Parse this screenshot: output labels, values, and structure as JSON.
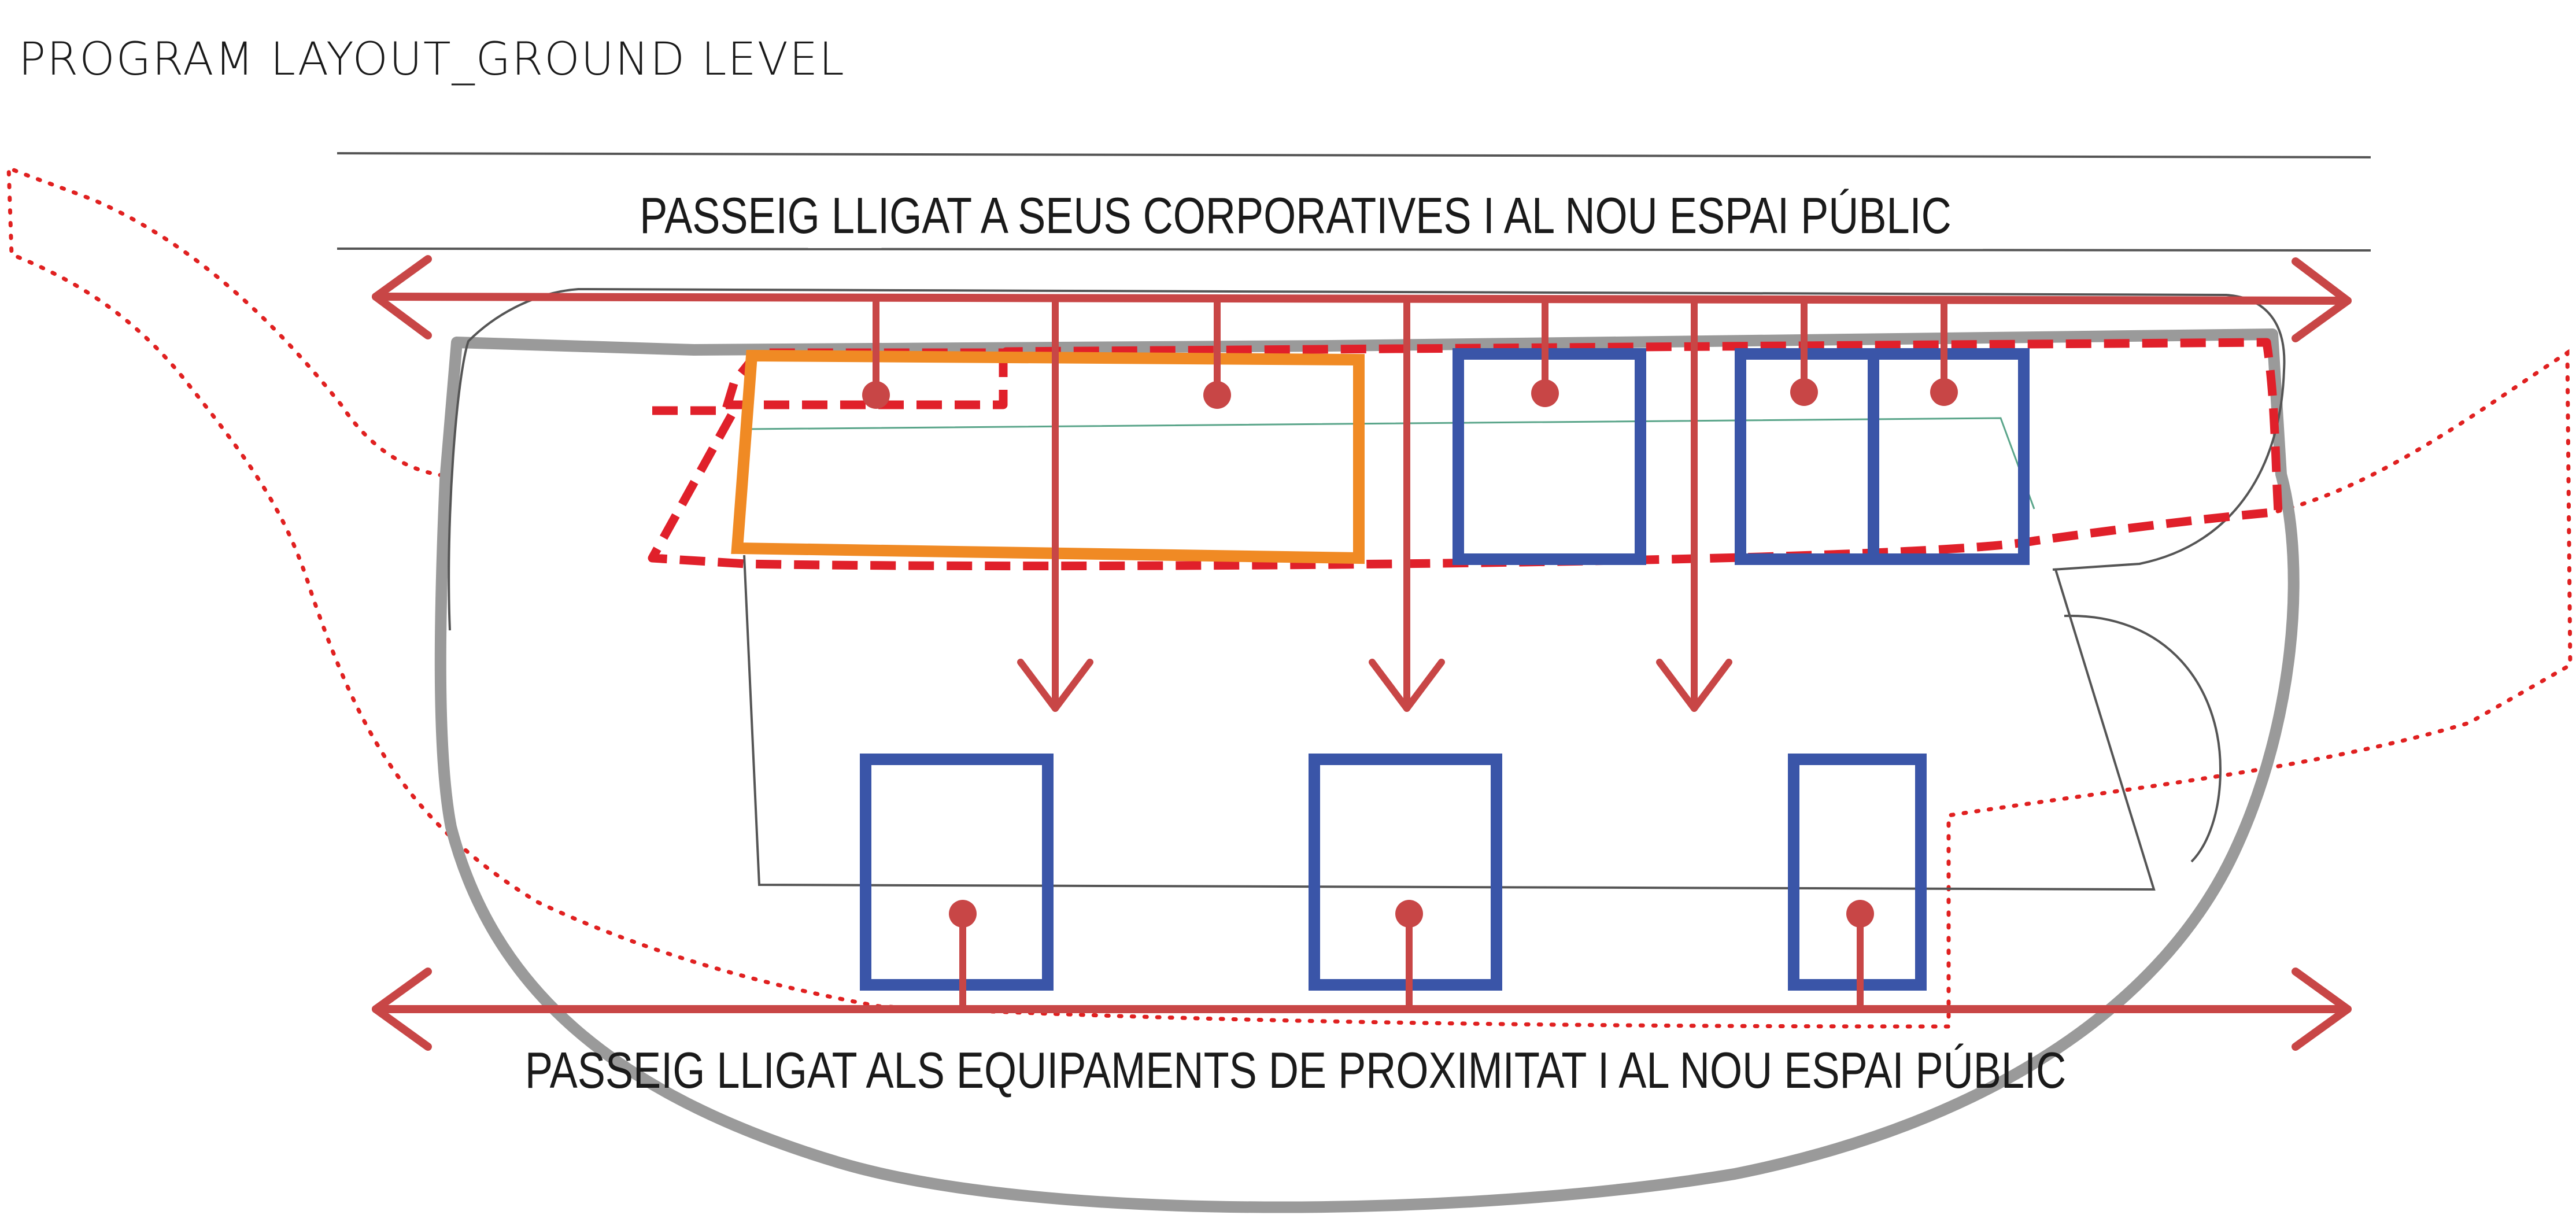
{
  "title": "PROGRAM LAYOUT_GROUND LEVEL",
  "labels": {
    "top_promenade": "PASSEIG LLIGAT A SEUS CORPORATIVES I AL NOU ESPAI PÚBLIC",
    "bottom_promenade": "PASSEIG LLIGAT ALS EQUIPAMENTS DE PROXIMITAT I AL NOU ESPAI PÚBLIC"
  },
  "colors": {
    "connector_red": "#c84646",
    "dashed_red": "#e0202a",
    "dotted_red": "#e02020",
    "orange_block": "#f08a24",
    "blue_block": "#3a55a8",
    "site_gray": "#9a9a9a",
    "line_dark": "#555555",
    "green_line": "#5aa58a"
  }
}
